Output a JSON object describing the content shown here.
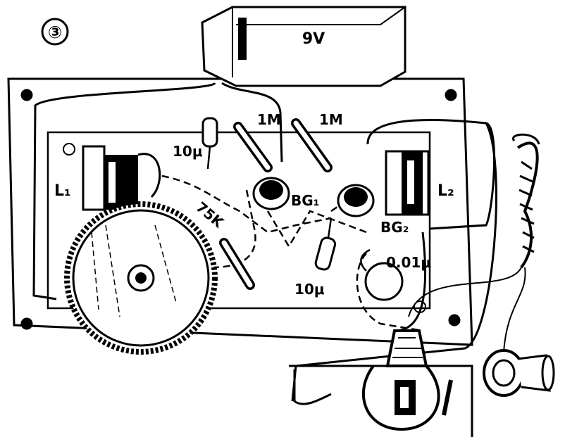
{
  "figure": {
    "number": "③",
    "labels": {
      "battery": "9V",
      "r1": "1M",
      "r2": "1M",
      "c1": "10μ",
      "r3": "75K",
      "c2": "10μ",
      "c3": "0.01μ",
      "l1": "L₁",
      "l2": "L₂",
      "bg1": "BG₁",
      "bg2": "BG₂"
    }
  }
}
